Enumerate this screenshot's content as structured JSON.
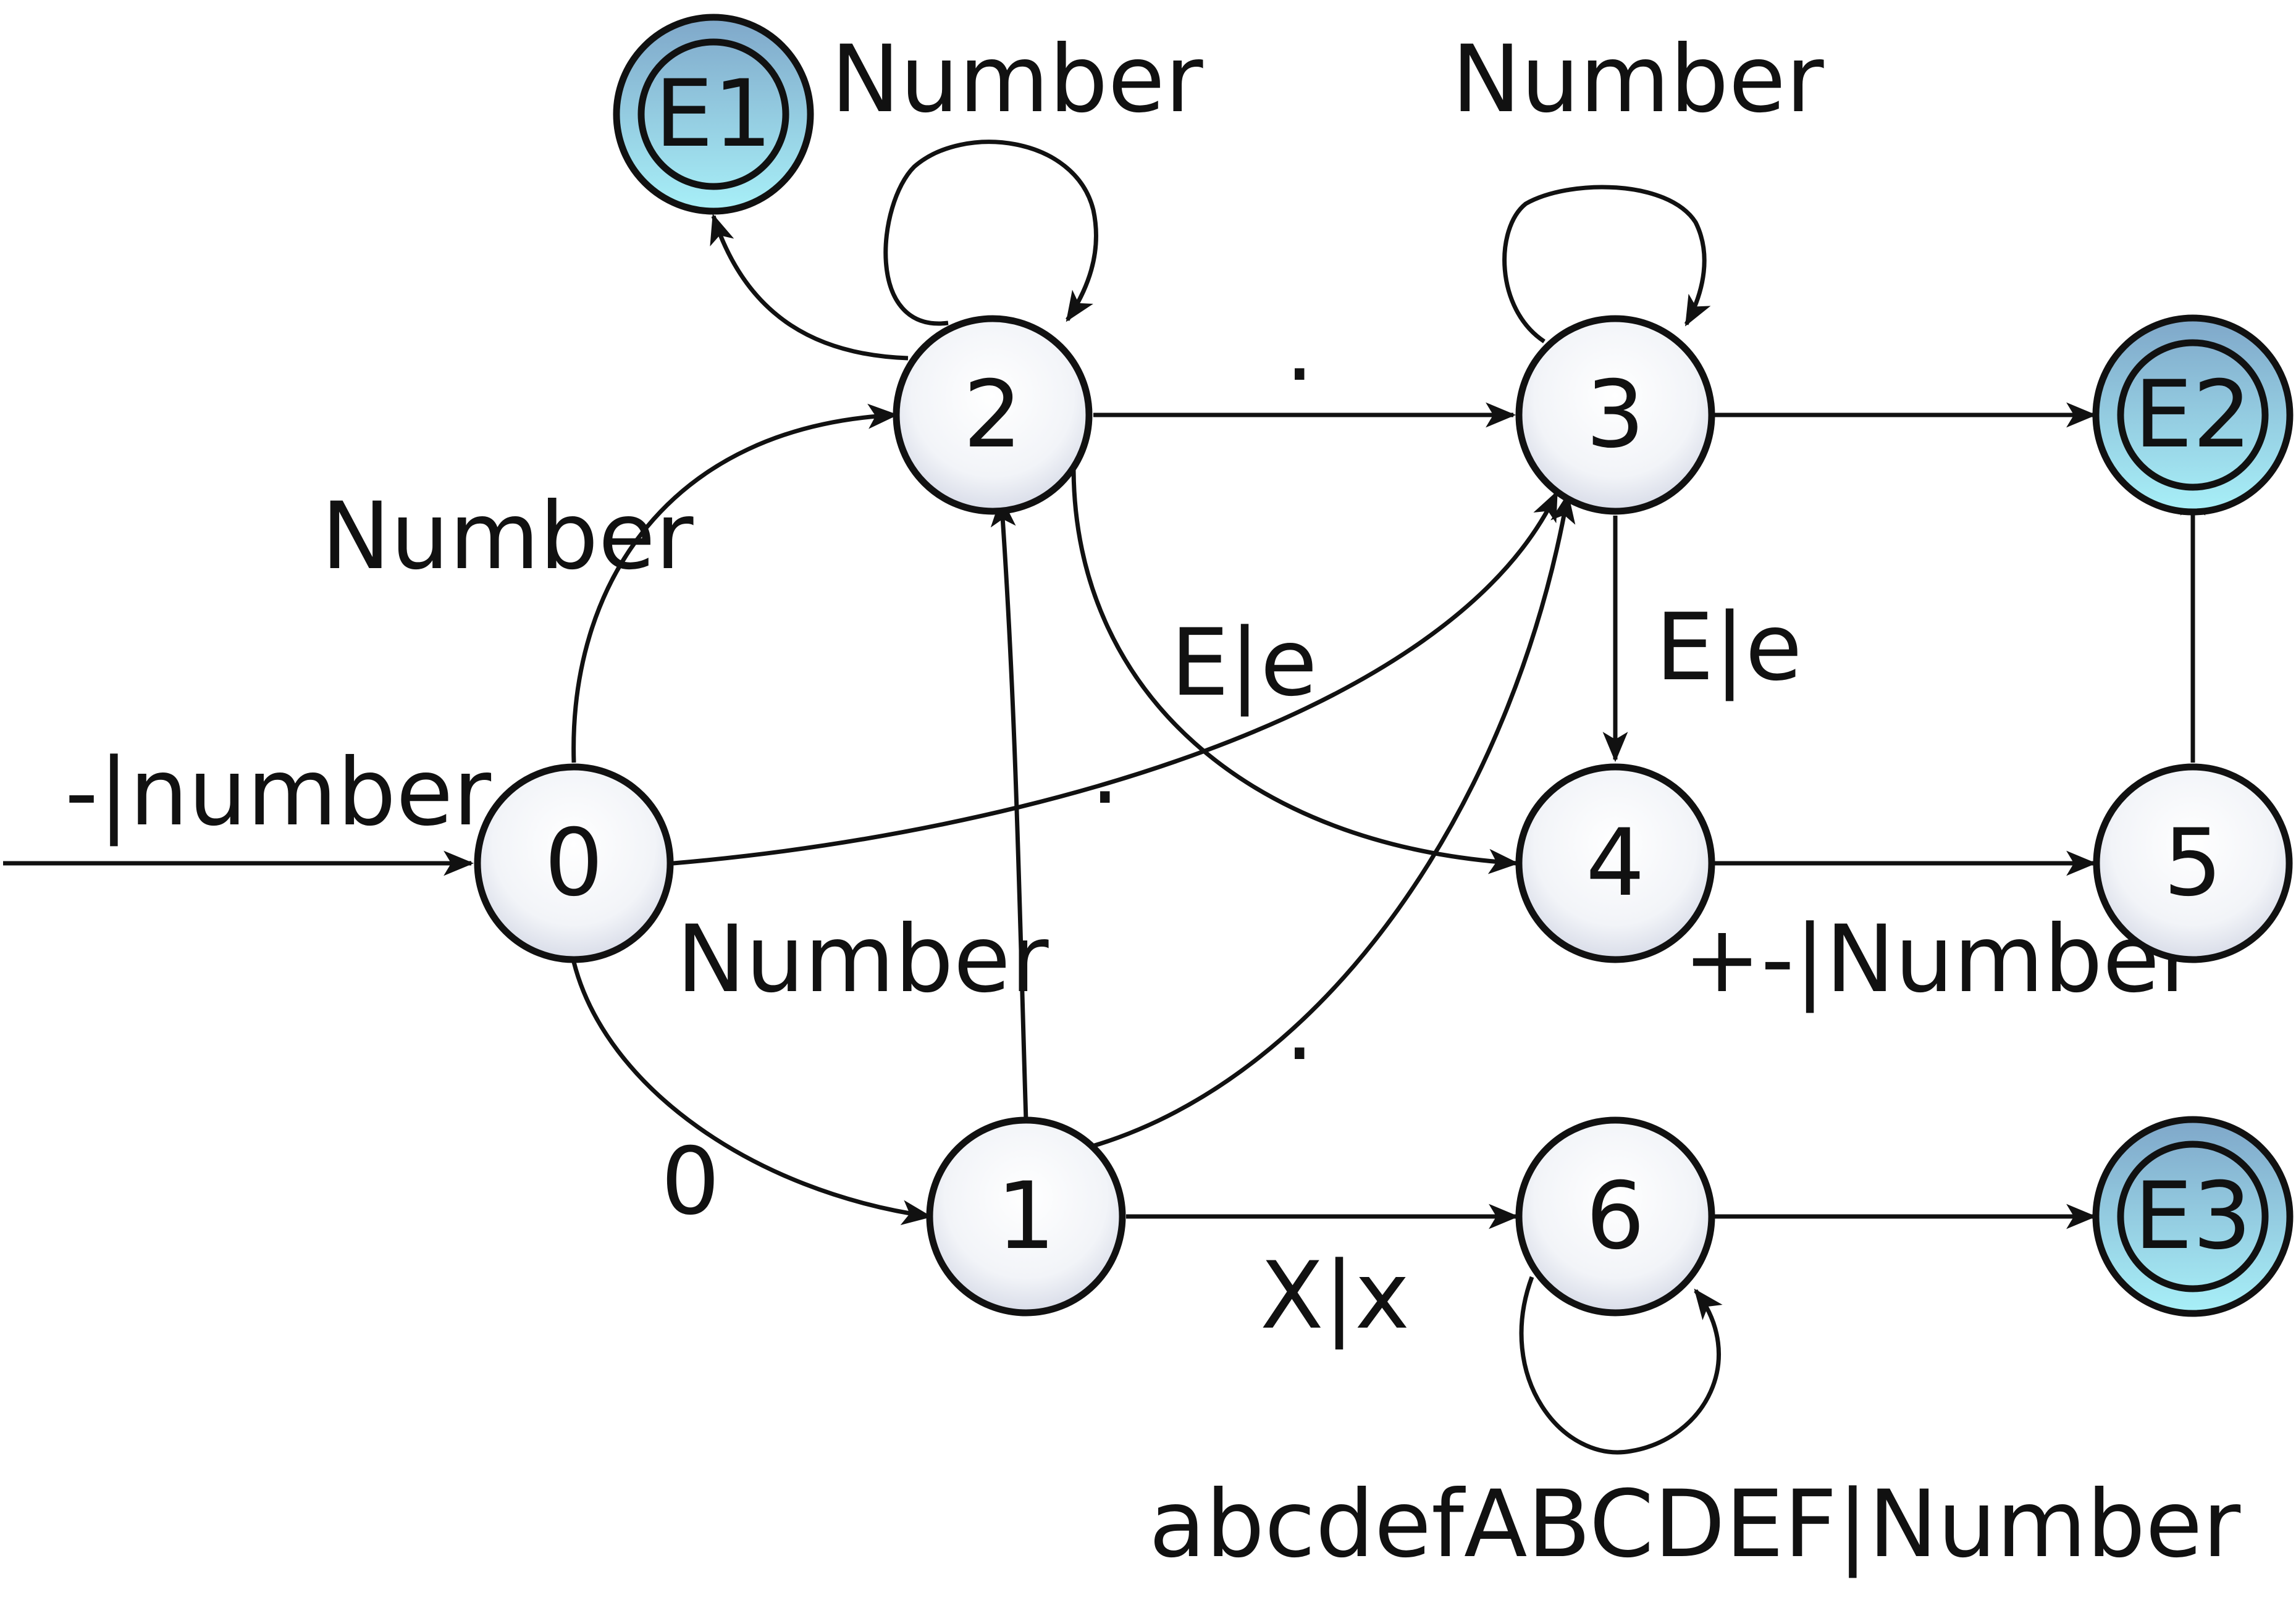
{
  "diagram": {
    "type": "state-machine",
    "colors": {
      "stroke": "#111111",
      "node_fill_light": "#ffffff",
      "node_fill_shade": "#d8dce8",
      "accept_ring_outer": "#7fa7c9",
      "accept_ring_inner": "#a8f0f8"
    },
    "nodes": [
      {
        "id": "n0",
        "label": "0",
        "accepting": false
      },
      {
        "id": "n1",
        "label": "1",
        "accepting": false
      },
      {
        "id": "n2",
        "label": "2",
        "accepting": false
      },
      {
        "id": "n3",
        "label": "3",
        "accepting": false
      },
      {
        "id": "n4",
        "label": "4",
        "accepting": false
      },
      {
        "id": "n5",
        "label": "5",
        "accepting": false
      },
      {
        "id": "n6",
        "label": "6",
        "accepting": false
      },
      {
        "id": "e1",
        "label": "E1",
        "accepting": true
      },
      {
        "id": "e2",
        "label": "E2",
        "accepting": true
      },
      {
        "id": "e3",
        "label": "E3",
        "accepting": true
      }
    ],
    "edges": [
      {
        "id": "start",
        "from": "",
        "to": "n0",
        "label": "-|number"
      },
      {
        "id": "0-2",
        "from": "n0",
        "to": "n2",
        "label": "Number"
      },
      {
        "id": "0-1",
        "from": "n0",
        "to": "n1",
        "label": "0"
      },
      {
        "id": "0-3",
        "from": "n0",
        "to": "n3",
        "label": "."
      },
      {
        "id": "1-2",
        "from": "n1",
        "to": "n2",
        "label": "Number"
      },
      {
        "id": "1-3",
        "from": "n1",
        "to": "n3",
        "label": "."
      },
      {
        "id": "1-6",
        "from": "n1",
        "to": "n6",
        "label": "X|x"
      },
      {
        "id": "2-2",
        "from": "n2",
        "to": "n2",
        "label": "Number"
      },
      {
        "id": "2-e1",
        "from": "n2",
        "to": "e1",
        "label": ""
      },
      {
        "id": "2-3",
        "from": "n2",
        "to": "n3",
        "label": "."
      },
      {
        "id": "2-4",
        "from": "n2",
        "to": "n4",
        "label": "E|e"
      },
      {
        "id": "3-3",
        "from": "n3",
        "to": "n3",
        "label": "Number"
      },
      {
        "id": "3-e2",
        "from": "n3",
        "to": "e2",
        "label": ""
      },
      {
        "id": "3-4",
        "from": "n3",
        "to": "n4",
        "label": "E|e"
      },
      {
        "id": "4-5",
        "from": "n4",
        "to": "n5",
        "label": "+-|Number"
      },
      {
        "id": "5-e2",
        "from": "n5",
        "to": "e2",
        "label": ""
      },
      {
        "id": "6-6",
        "from": "n6",
        "to": "n6",
        "label": "abcdefABCDEF|Number"
      },
      {
        "id": "6-e3",
        "from": "n6",
        "to": "e3",
        "label": ""
      }
    ]
  }
}
